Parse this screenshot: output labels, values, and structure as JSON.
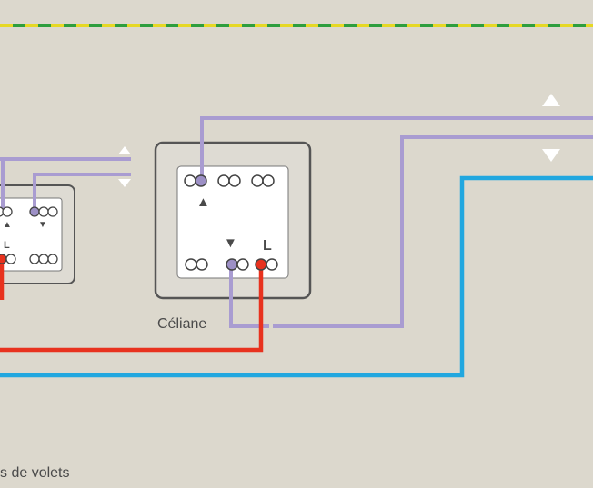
{
  "diagram": {
    "labels": {
      "device_name": "Céliane",
      "caption_fragment": "s de volets",
      "live_terminal": "L"
    },
    "symbols": {
      "up_arrow": "▲",
      "down_arrow": "▼"
    },
    "colors": {
      "background": "#dcd8cd",
      "earth_green": "#2e9e3e",
      "earth_yellow": "#e6d825",
      "wire_control": "#a99cd1",
      "wire_live": "#e8321e",
      "wire_neutral": "#21a7df",
      "plate_fill": "#dedbd3",
      "plate_border": "#555555",
      "module_fill": "#ffffff",
      "terminal_filled_control": "#9d90c6",
      "terminal_filled_live": "#e8321e",
      "arrow_white": "#ffffff"
    }
  }
}
